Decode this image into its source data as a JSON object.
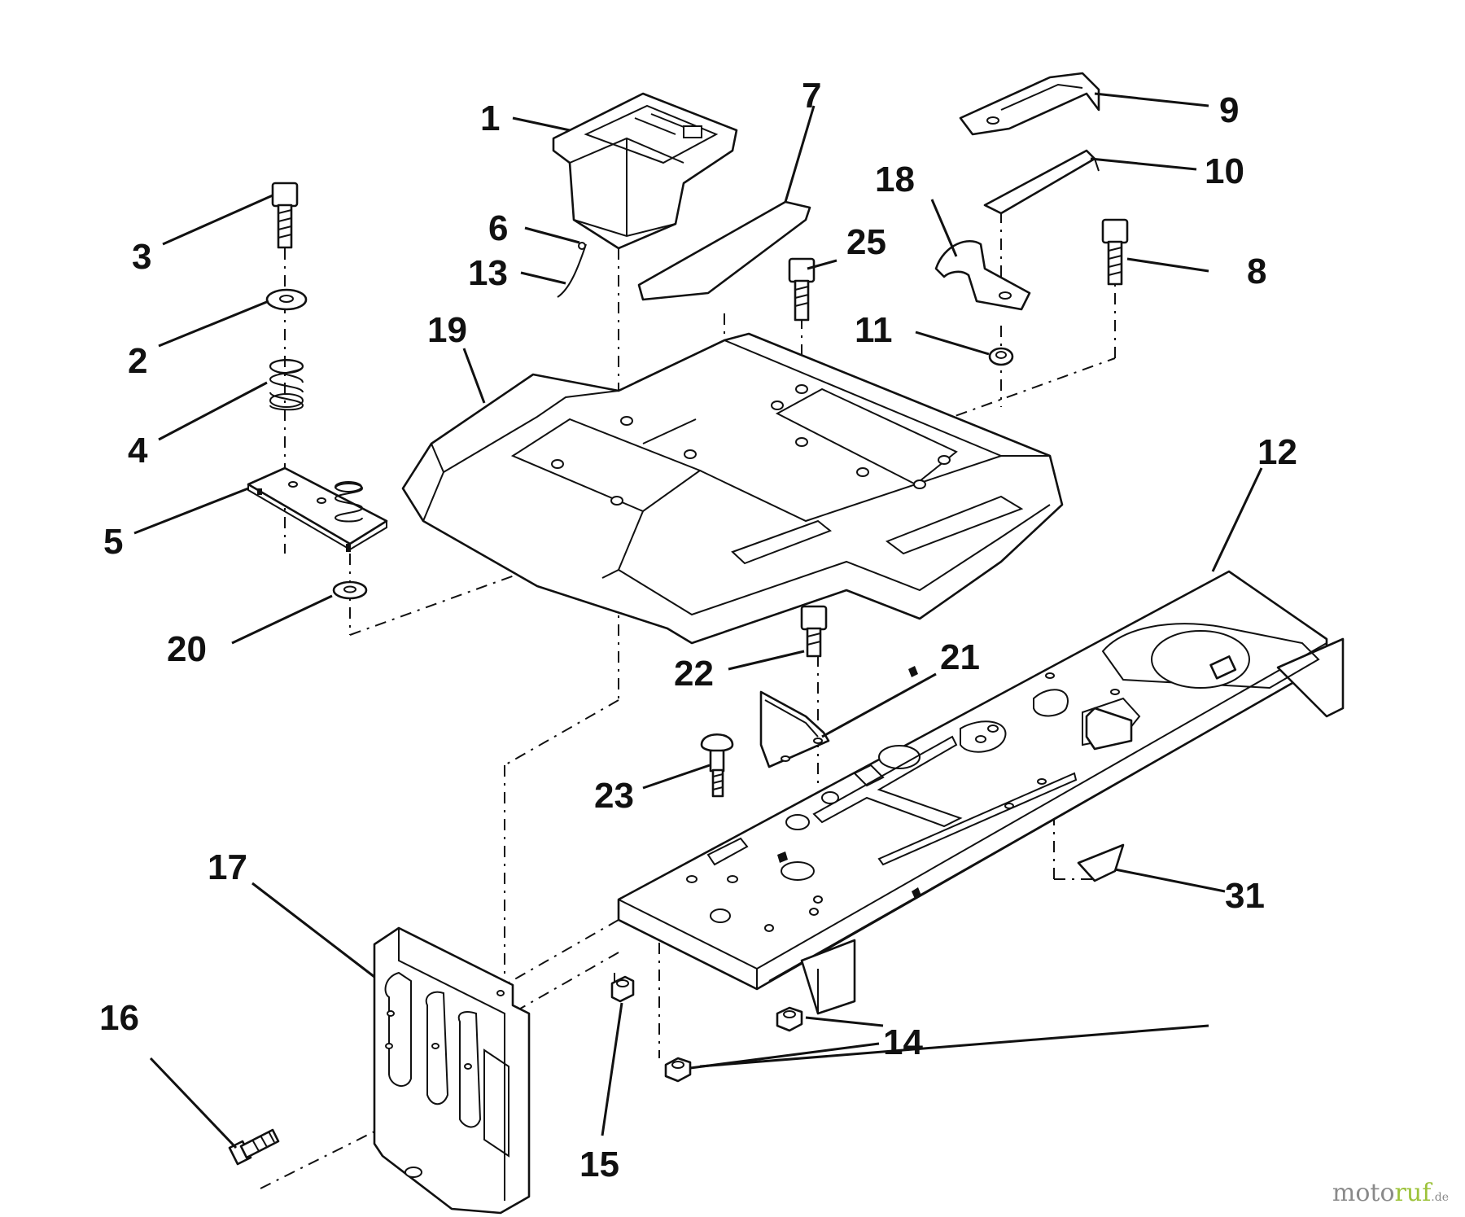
{
  "labels": {
    "l1": "1",
    "l2": "2",
    "l3": "3",
    "l4": "4",
    "l5": "5",
    "l6": "6",
    "l7": "7",
    "l8": "8",
    "l9": "9",
    "l10": "10",
    "l11": "11",
    "l12": "12",
    "l13": "13",
    "l14": "14",
    "l15": "15",
    "l16": "16",
    "l17": "17",
    "l18": "18",
    "l19": "19",
    "l20": "20",
    "l21": "21",
    "l22": "22",
    "l23": "23",
    "l25": "25",
    "l31": "31"
  },
  "watermark": {
    "part1": "moto",
    "part2": "ruf",
    "suffix": ".de"
  }
}
